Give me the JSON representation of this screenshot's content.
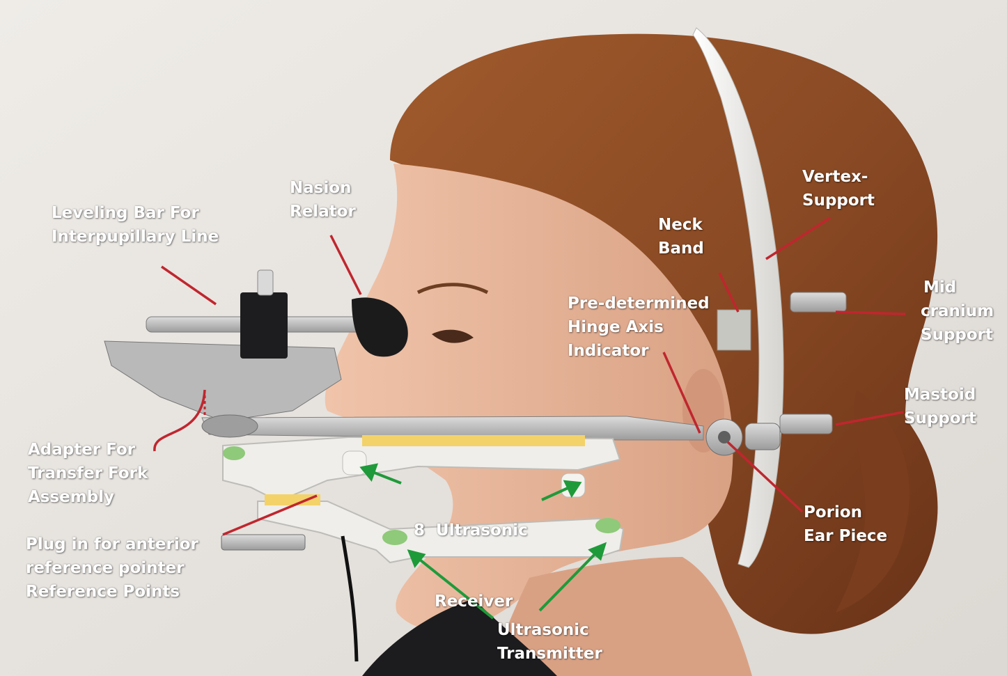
{
  "colors": {
    "background": "#e9e6e2",
    "hair": "#8a4a24",
    "skin": "#e8b69a",
    "device_metal": "#b8b8b8",
    "device_white": "#f1f0ec",
    "label_text": "#ffffff",
    "pointer_red": "#c0262e",
    "pointer_green": "#1f9a3a"
  },
  "labels": {
    "leveling_bar": {
      "line1": "Leveling Bar For",
      "line2": "Interpupillary Line"
    },
    "nasion_relator": {
      "line1": "Nasion",
      "line2": "Relator"
    },
    "neck_band": {
      "line1": "Neck",
      "line2": "Band"
    },
    "vertex_support": {
      "line1": "Vertex-",
      "line2": "Support"
    },
    "mid_cranium_support": {
      "line1": "Mid",
      "line2": "cranium",
      "line3": "Support"
    },
    "hinge_axis_indicator": {
      "line1": "Pre-determined",
      "line2": "Hinge Axis",
      "line3": "Indicator"
    },
    "mastoid_support": {
      "line1": "Mastoid",
      "line2": "Support"
    },
    "adapter_transfer_fork": {
      "line1": "Adapter For",
      "line2": "Transfer Fork",
      "line3": "Assembly"
    },
    "ultrasonic_receiver": {
      "line1": "8  Ultrasonic",
      "line2": "Receiver"
    },
    "porion_ear_piece": {
      "line1": "Porion",
      "line2": "Ear Piece"
    },
    "anterior_reference_plug": {
      "line1": "Plug in for anterior",
      "line2": "reference pointer",
      "line3": "Reference Points"
    },
    "ultrasonic_transmitter": {
      "line1": "Ultrasonic",
      "line2": "Transmitter"
    }
  }
}
